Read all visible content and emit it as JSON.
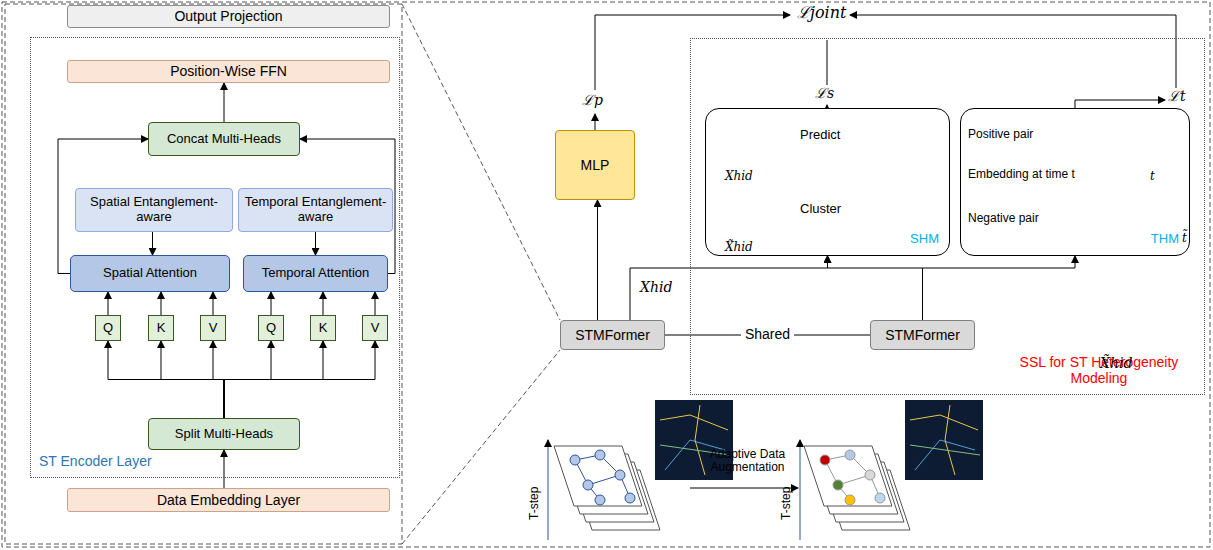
{
  "diagram": {
    "nodes": [
      {
        "text": [
          "Output Projection"
        ]
      },
      {
        "text": [
          "ST Encoder Layer"
        ]
      },
      {
        "text": [
          "Position-Wise FFN"
        ],
        "in": 1
      },
      {
        "text": [
          "Concat Multi-Heads"
        ],
        "in": 1
      },
      {
        "text": [
          "Spatial Entanglement-aware"
        ],
        "in": 1
      },
      {
        "text": [
          "Temporal Entanglement-aware"
        ],
        "in": 1
      },
      {
        "text": [
          "Spatial Attention"
        ],
        "in": 1
      },
      {
        "text": [
          "Temporal Attention"
        ],
        "in": 1
      },
      {
        "text": [
          "Q"
        ],
        "in": 1
      },
      {
        "text": [
          "K"
        ],
        "in": 1
      },
      {
        "text": [
          "V"
        ],
        "in": 1
      },
      {
        "text": [
          "Q"
        ],
        "in": 1
      },
      {
        "text": [
          "K"
        ],
        "in": 1
      },
      {
        "text": [
          "V"
        ],
        "in": 1
      },
      {
        "text": [
          "Split Multi-Heads"
        ],
        "in": 1
      },
      {
        "text": [
          "Data Embedding Layer"
        ]
      },
      {
        "text": [
          "MLP"
        ]
      },
      {
        "text": [
          "STMFormer"
        ]
      },
      {
        "text": [
          "SSL for ST Heterogeneity Modeling"
        ]
      },
      {
        "text": [
          "SHM"
        ],
        "in": 18
      },
      {
        "text": [
          "THM"
        ],
        "in": 18
      },
      {
        "text": [
          "STMFormer"
        ],
        "in": 18
      }
    ],
    "edges": [
      {
        "from": 15,
        "to": 14,
        "arrow": "to"
      },
      {
        "from": 14,
        "to": 8,
        "arrow": "to"
      },
      {
        "from": 14,
        "to": 9,
        "arrow": "to"
      },
      {
        "from": 14,
        "to": 10,
        "arrow": "to"
      },
      {
        "from": 14,
        "to": 11,
        "arrow": "to"
      },
      {
        "from": 14,
        "to": 12,
        "arrow": "to"
      },
      {
        "from": 14,
        "to": 13,
        "arrow": "to"
      },
      {
        "from": 8,
        "to": 6,
        "arrow": "to"
      },
      {
        "from": 9,
        "to": 6,
        "arrow": "to"
      },
      {
        "from": 10,
        "to": 6,
        "arrow": "to"
      },
      {
        "from": 11,
        "to": 7,
        "arrow": "to"
      },
      {
        "from": 12,
        "to": 7,
        "arrow": "to"
      },
      {
        "from": 13,
        "to": 7,
        "arrow": "to"
      },
      {
        "from": 4,
        "to": 6,
        "arrow": "to"
      },
      {
        "from": 5,
        "to": 7,
        "arrow": "to"
      },
      {
        "from": 6,
        "to": 3,
        "arrow": "to"
      },
      {
        "from": 7,
        "to": 3,
        "arrow": "to"
      },
      {
        "from": 3,
        "to": 2,
        "arrow": "to"
      },
      {
        "from": 17,
        "to": 16,
        "arrow": "to"
      },
      {
        "from": 17,
        "to": 19,
        "arrow": "to"
      },
      {
        "from": 21,
        "to": 19,
        "arrow": "to"
      },
      {
        "from": 21,
        "to": 20,
        "arrow": "to"
      },
      {
        "from": 17,
        "to": 21,
        "label": "Shared",
        "arrow": "none"
      }
    ],
    "labels": [
      "ℒjoint",
      "ℒp",
      "ℒs",
      "ℒt",
      "Xhid",
      "X̃hid",
      "Predict",
      "Cluster",
      "Xhid",
      "X̃hid",
      "Positive pair",
      "Embedding at time t",
      "Negative pair",
      "t",
      "t̃",
      "Adaptive Data Augmentation",
      "T-step",
      "T-step"
    ]
  }
}
